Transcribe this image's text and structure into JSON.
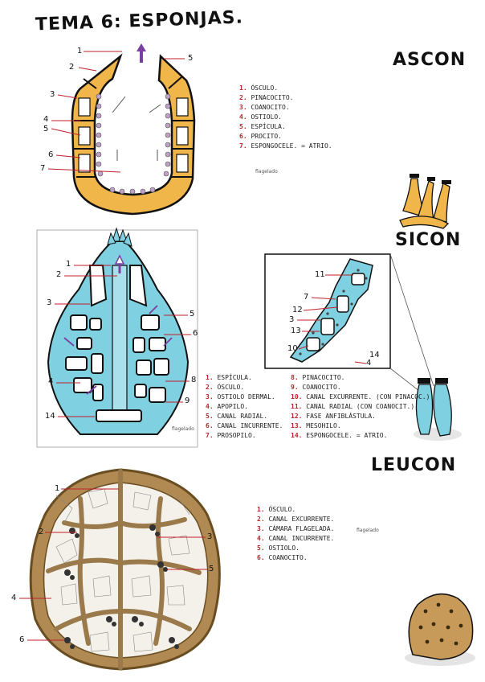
{
  "title": "TEMA 6: ESPONJAS.",
  "sections": {
    "ascon": "ASCON",
    "sicon": "SICON",
    "leucon": "LEUCON"
  },
  "ascon_legend": [
    "ÓSCULO.",
    "PINACOCITO.",
    "COANOCITO.",
    "OSTIOLO.",
    "ESPÍCULA.",
    "PROCITO.",
    "ESPONGOCELE. = ATRIO."
  ],
  "ascon_note": "flagelado",
  "ascon_labels": [
    "1",
    "2",
    "3",
    "4",
    "5",
    "6",
    "7",
    "5"
  ],
  "sicon_legend_left": [
    "ESPÍCULA.",
    "ÓSCULO.",
    "OSTIOLO DERMAL.",
    "APOPILO.",
    "CANAL RADIAL.",
    "CANAL INCURRENTE.",
    "PROSOPILO."
  ],
  "sicon_legend_right": [
    "PINACOCITO.",
    "COANOCITO.",
    "CANAL EXCURRENTE. (CON PINACOC.)",
    "CANAL RADIAL (CON COANOCIT.)",
    "FASE ANFIBLÁSTULA.",
    "MESOHILO.",
    "ESPONGOCELE. = ATRIO."
  ],
  "sicon_note": "flagelado",
  "sicon_labels": [
    "1",
    "2",
    "3",
    "4",
    "14",
    "5",
    "6",
    "8",
    "9"
  ],
  "sicon_zoom_labels": [
    "11",
    "7",
    "12",
    "3",
    "13",
    "10",
    "14",
    "4"
  ],
  "leucon_legend": [
    "ÓSCULO.",
    "CANAL EXCURRENTE.",
    "CÁMARA FLAGELADA.",
    "CANAL INCURRENTE.",
    "OSTIOLO.",
    "COANOCITO."
  ],
  "leucon_note": "flagelado",
  "leucon_labels": [
    "1",
    "2",
    "3",
    "5",
    "4",
    "6"
  ],
  "colors": {
    "ascon_wall": "#f0b64a",
    "sicon_body": "#7fd0e0",
    "leucon_body": "#9a7a4a",
    "label_red": "#c0202a",
    "arrow_purple": "#7a3fa0"
  }
}
